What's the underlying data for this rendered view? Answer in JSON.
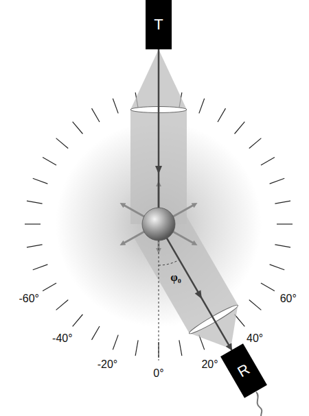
{
  "diagram": {
    "nodes": [
      {
        "text": [
          "T"
        ]
      },
      {
        "text": [
          "R"
        ]
      }
    ],
    "edges": [
      {
        "from": 0,
        "to": 1,
        "arrow": "to"
      }
    ],
    "labels": [
      "-60°",
      "-40°",
      "-20°",
      "0°",
      "20°",
      "40°",
      "60°",
      "φ₀"
    ]
  }
}
